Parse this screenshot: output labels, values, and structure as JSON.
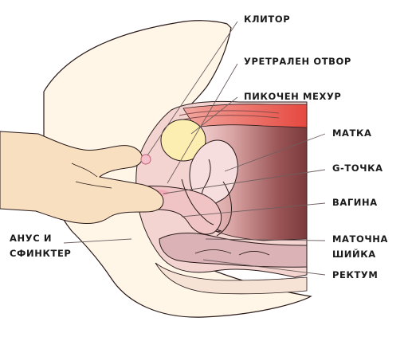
{
  "labels": {
    "clitoris": "КЛИТОР",
    "urethral_opening": "УРЕТРАЛЕН ОТВОР",
    "bladder": "ПИКОЧЕН МЕХУР",
    "uterus": "МАТКА",
    "g_spot": "G-ТОЧКА",
    "vagina": "ВАГИНА",
    "anus": {
      "line1": "АНУС И",
      "line2": "СФИНКТЕР"
    },
    "cervix": {
      "line1": "МАТОЧНА",
      "line2": "ШИЙКА"
    },
    "rectum": "РЕКТУМ"
  },
  "colors": {
    "outline": "#2a1a1a",
    "skin": "#fff4e4",
    "hand": "#f7dfbf",
    "tissue": "#f4cfcf",
    "uterus_dark": "#7d3d3f",
    "bladder": "#fbeeb0",
    "accent_red": "#e6483f"
  }
}
